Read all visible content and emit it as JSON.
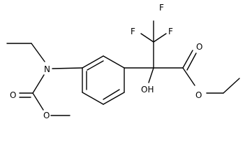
{
  "molecule": {
    "labels": {
      "n": "N",
      "o_carbonyl_carbamate": "O",
      "o_methoxy": "O",
      "f_top_left": "F",
      "f_top_right": "F",
      "f_right": "F",
      "o_carbonyl_ester": "O",
      "o_ester": "O",
      "oh": "OH"
    }
  }
}
